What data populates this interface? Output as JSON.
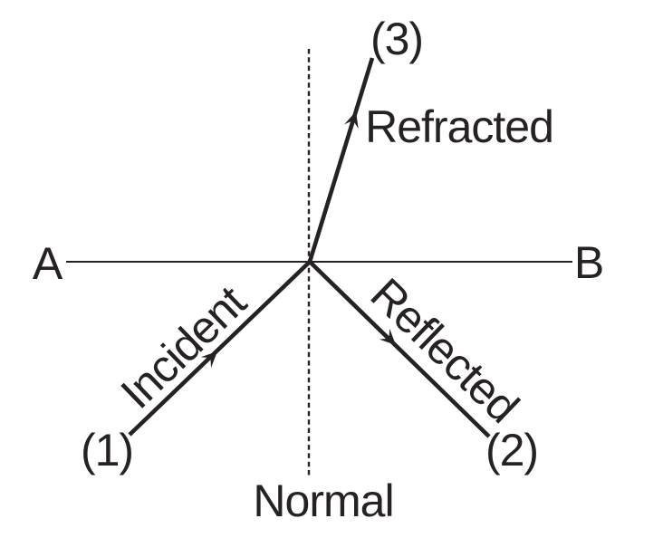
{
  "figure": {
    "type": "physics-ray-diagram",
    "background": "#ffffff",
    "ink_color": "#262223",
    "labels": {
      "point_a": "A",
      "point_b": "B",
      "normal": "Normal",
      "incident_ray": "Incident",
      "reflected_ray": "Reflected",
      "refracted_ray": "Refracted",
      "marker_1": "(1)",
      "marker_2": "(2)",
      "marker_3": "(3)"
    }
  }
}
